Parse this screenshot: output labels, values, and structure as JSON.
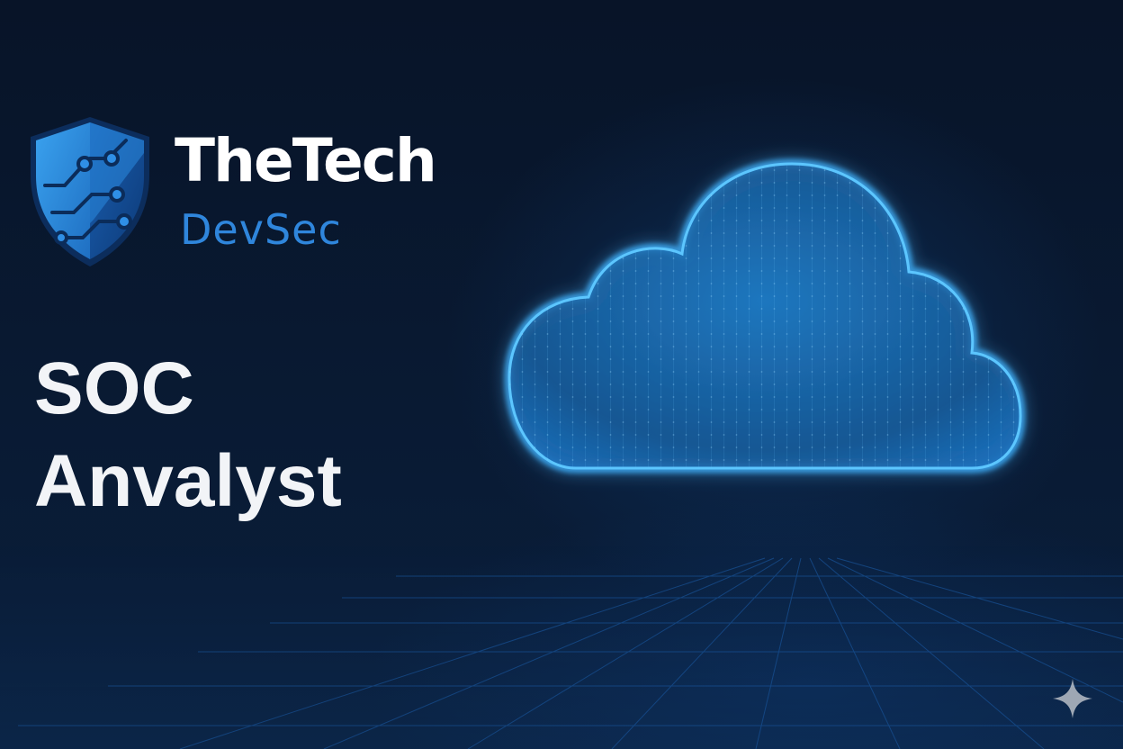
{
  "brand": {
    "name_line1": "TheTech",
    "name_line2": "DevSec",
    "logo_icon": "circuit-shield-icon"
  },
  "headline": {
    "line1": "SOC",
    "line2": "Anvalyst"
  },
  "illustration": {
    "icon": "digital-cloud-icon"
  },
  "corner_mark": {
    "icon": "sparkle-icon"
  },
  "colors": {
    "background": "#07162a",
    "brand_white": "#ffffff",
    "brand_blue": "#2f86dc",
    "headline_white": "#f2f4f7",
    "cloud_glow": "#3cb2ff",
    "cloud_fill": "#1d6fb4",
    "grid_blue": "#1b5fae",
    "sparkle_gray": "#b9bec7"
  }
}
